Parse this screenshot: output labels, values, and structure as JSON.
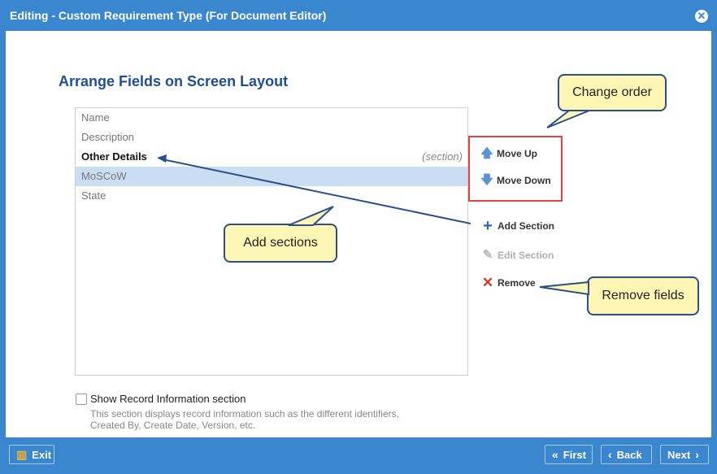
{
  "window": {
    "title": "Editing - Custom Requirement Type (For Document Editor)",
    "close_icon": "close-icon"
  },
  "page": {
    "heading": "Arrange Fields on Screen Layout"
  },
  "fields": [
    {
      "label": "Name"
    },
    {
      "label": "Description"
    },
    {
      "label": "Other Details",
      "tag": "(section)"
    },
    {
      "label": "MoSCoW"
    },
    {
      "label": "State"
    }
  ],
  "actions": {
    "move_up": "Move Up",
    "move_down": "Move Down",
    "add_section": "Add Section",
    "edit_section": "Edit Section",
    "remove": "Remove"
  },
  "callouts": {
    "change_order": "Change order",
    "add_sections": "Add sections",
    "remove_fields": "Remove fields"
  },
  "record_info": {
    "label": "Show Record Information section",
    "description": "This section displays record information such as the different identifiers, Created By, Create Date, Version, etc.",
    "checked": false
  },
  "footer": {
    "exit": "Exit",
    "first": "First",
    "back": "Back",
    "next": "Next"
  },
  "colors": {
    "frame": "#3a86cf",
    "heading": "#1f4e96",
    "selection": "#c9def2",
    "callout": "#fdf6b4",
    "highlight_box": "#e0443c"
  }
}
